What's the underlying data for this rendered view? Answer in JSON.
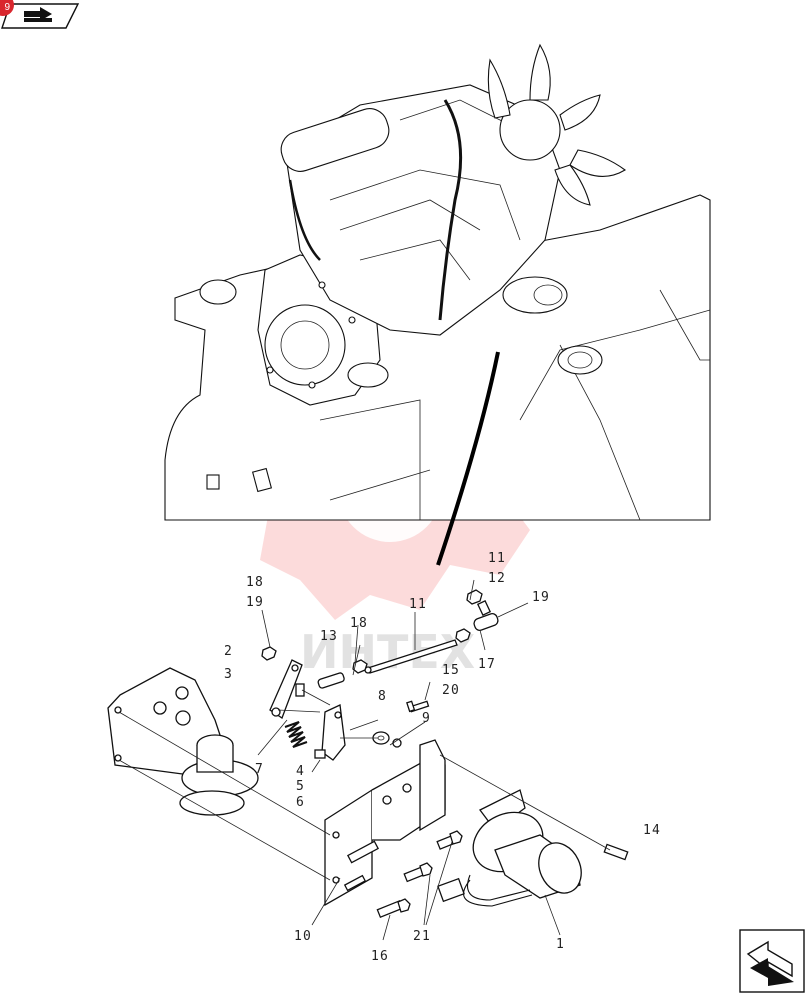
{
  "watermark_text": "ИНТЕХ",
  "badge_number": "9",
  "callouts": [
    {
      "id": "1",
      "text": "1"
    },
    {
      "id": "2",
      "text": "2"
    },
    {
      "id": "3",
      "text": "3"
    },
    {
      "id": "4",
      "text": "4"
    },
    {
      "id": "5",
      "text": "5"
    },
    {
      "id": "6",
      "text": "6"
    },
    {
      "id": "7",
      "text": "7"
    },
    {
      "id": "8",
      "text": "8"
    },
    {
      "id": "9",
      "text": "9"
    },
    {
      "id": "10",
      "text": "10"
    },
    {
      "id": "11a",
      "text": "11"
    },
    {
      "id": "11b",
      "text": "11"
    },
    {
      "id": "12",
      "text": "12"
    },
    {
      "id": "13",
      "text": "13"
    },
    {
      "id": "14",
      "text": "14"
    },
    {
      "id": "15",
      "text": "15"
    },
    {
      "id": "16",
      "text": "16"
    },
    {
      "id": "17",
      "text": "17"
    },
    {
      "id": "18a",
      "text": "18"
    },
    {
      "id": "18b",
      "text": "18"
    },
    {
      "id": "19a",
      "text": "19"
    },
    {
      "id": "19b",
      "text": "19"
    },
    {
      "id": "20",
      "text": "20"
    },
    {
      "id": "21",
      "text": "21"
    }
  ],
  "icons": {
    "top_left": "book-nav-icon",
    "bottom_right": "next-page-arrow-icon"
  }
}
